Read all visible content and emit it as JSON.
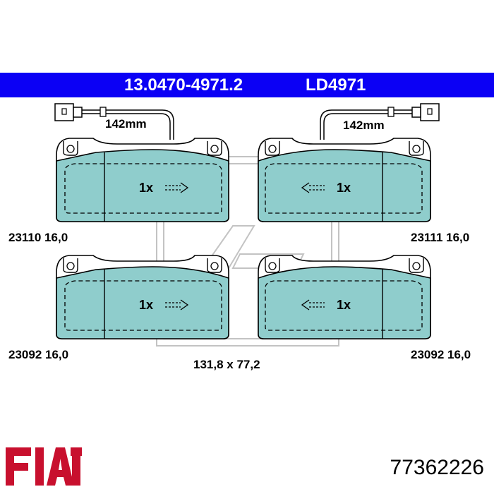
{
  "header": {
    "part_number": "13.0470-4971.2",
    "reference": "LD4971"
  },
  "sensor_wires": [
    {
      "length": "142mm"
    },
    {
      "length": "142mm"
    }
  ],
  "pads": [
    {
      "quantity": "1x",
      "code": "23110 16,0"
    },
    {
      "quantity": "1x",
      "code": "23111 16,0"
    },
    {
      "quantity": "1x",
      "code": "23092 16,0"
    },
    {
      "quantity": "1x",
      "code": "23092 16,0"
    }
  ],
  "dimensions": "131,8 x 77,2",
  "footer": {
    "brand_logo": "FIAT",
    "oem_number": "77362226"
  },
  "colors": {
    "header_bar": "#0b00f5",
    "pad_fill": "#8fcdcc",
    "brand_red": "#c8102e"
  },
  "icons": [
    "arrow-right-icon",
    "arrow-left-icon",
    "sensor-connector-icon",
    "ate-logo-watermark"
  ]
}
